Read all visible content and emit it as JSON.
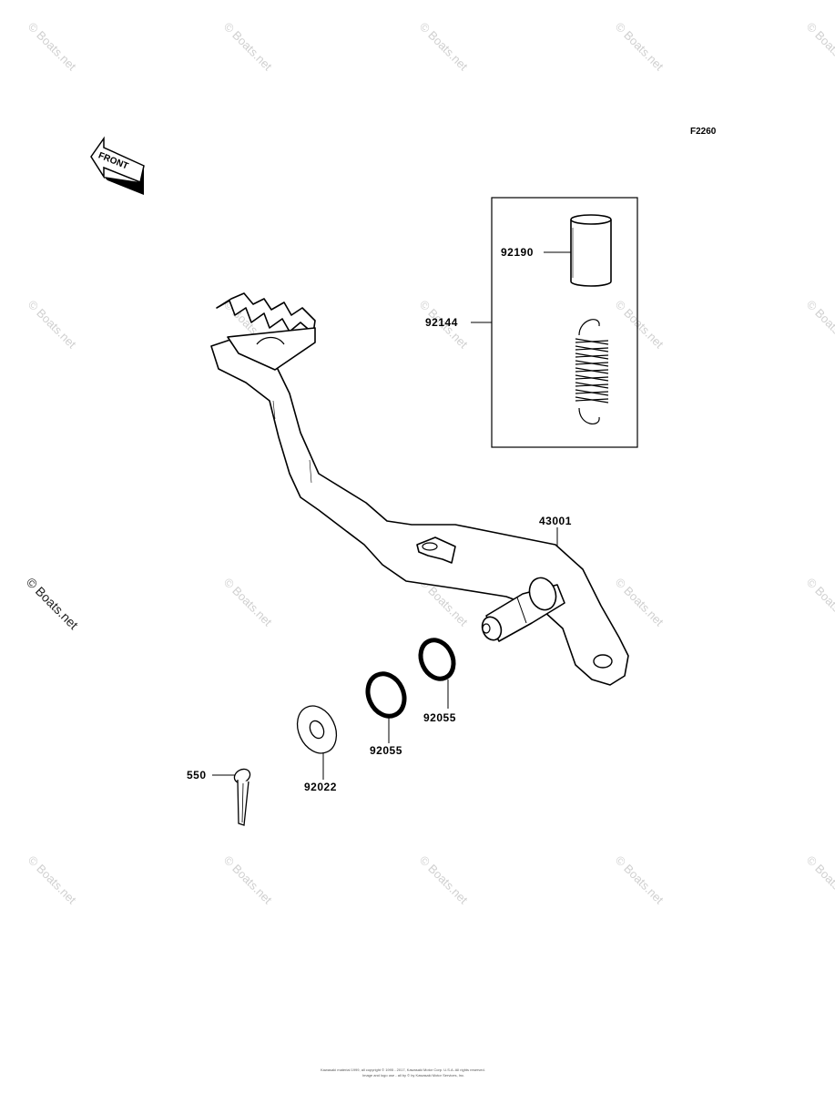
{
  "figure_code": "F2260",
  "front_label": "FRONT",
  "parts": {
    "p92190": "92190",
    "p92144": "92144",
    "p43001": "43001",
    "p92055a": "92055",
    "p92055b": "92055",
    "p92022": "92022",
    "p550": "550"
  },
  "watermark": "© Boats.net",
  "footer": {
    "line1": "Kawasaki material  1999, all copyright © 1995 - 2017, Kawasaki Motor Corp. U.S.A. All rights reserved.",
    "line2": "Image and logo use - all by © by Kawasaki Motor Services, Inc."
  }
}
